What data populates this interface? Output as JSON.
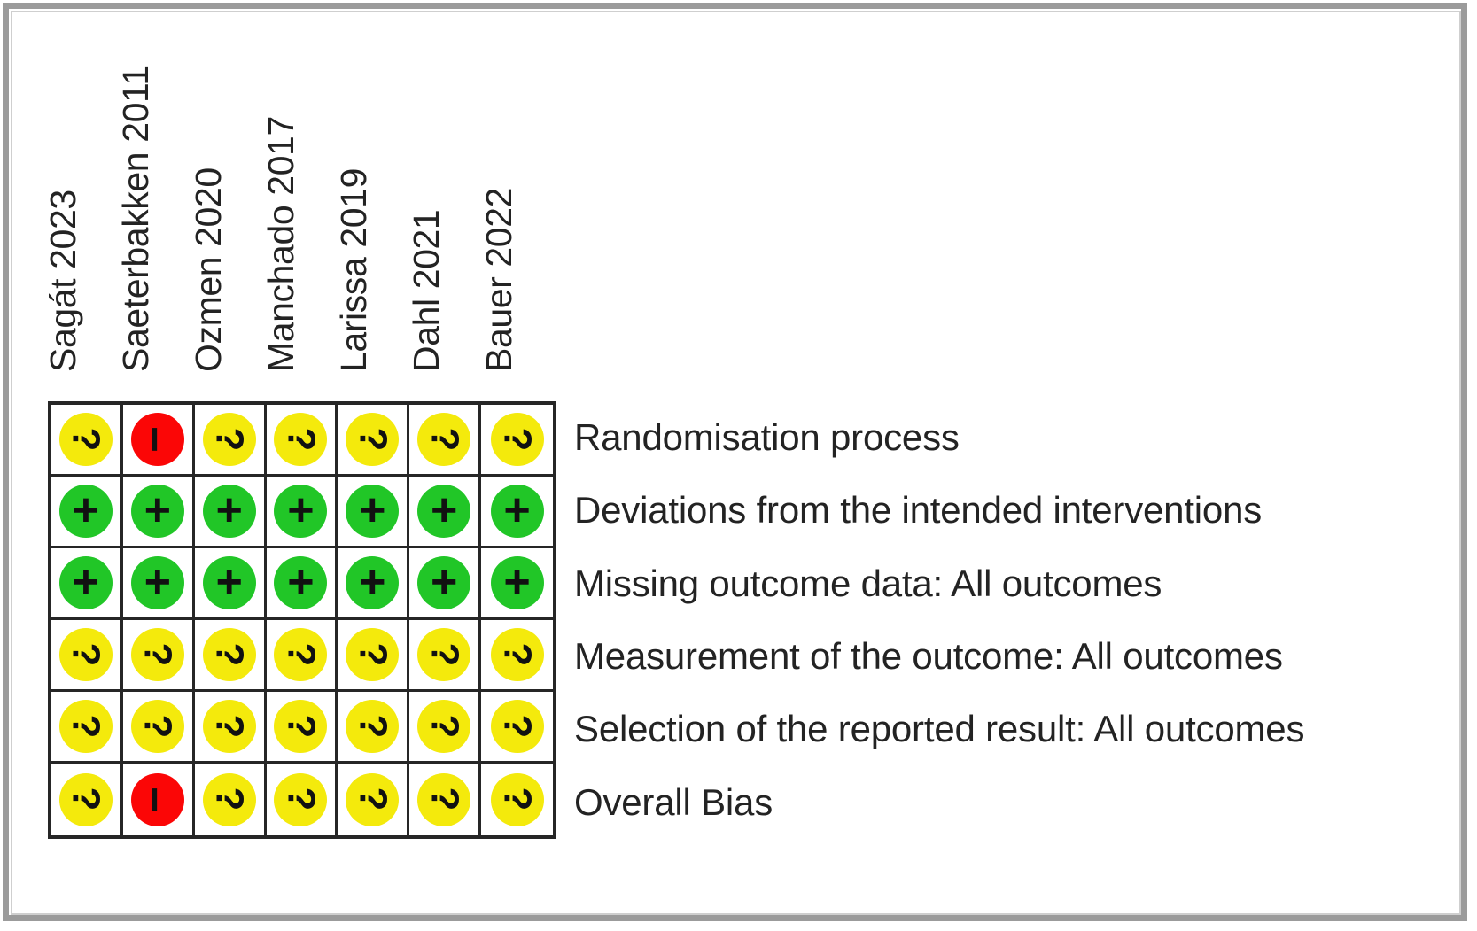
{
  "figure": {
    "kind": "risk-of-bias-traffic-light-table",
    "colors": {
      "low_risk": "#21c627",
      "some_concerns": "#f4ea0c",
      "high_risk": "#fb0606",
      "grid_line": "#262626",
      "frame": "#9b9b9b",
      "text": "#232323",
      "background": "#ffffff"
    },
    "glyphs": {
      "low_risk": "+",
      "some_concerns": "?",
      "high_risk": "–"
    }
  },
  "studies": [
    {
      "label": "Sagát 2023"
    },
    {
      "label": "Saeterbakken 2011"
    },
    {
      "label": "Ozmen 2020"
    },
    {
      "label": "Manchado 2017"
    },
    {
      "label": "Larissa 2019"
    },
    {
      "label": "Dahl 2021"
    },
    {
      "label": "Bauer 2022"
    }
  ],
  "domains": [
    {
      "label": "Randomisation process"
    },
    {
      "label": "Deviations from the intended interventions"
    },
    {
      "label": "Missing outcome data: All outcomes"
    },
    {
      "label": "Measurement of the outcome: All outcomes"
    },
    {
      "label": "Selection of the reported result: All outcomes"
    },
    {
      "label": "Overall Bias"
    }
  ],
  "chart_data": {
    "type": "heatmap",
    "title": "",
    "xlabel": "",
    "ylabel": "",
    "legend_position": "none",
    "grid": true,
    "categories": [
      "Sagát 2023",
      "Saeterbakken 2011",
      "Ozmen 2020",
      "Manchado 2017",
      "Larissa 2019",
      "Dahl 2021",
      "Bauer 2022"
    ],
    "rows": [
      "Randomisation process",
      "Deviations from the intended interventions",
      "Missing outcome data: All outcomes",
      "Measurement of the outcome: All outcomes",
      "Selection of the reported result: All outcomes",
      "Overall Bias"
    ],
    "value_scale": {
      "low": "Low risk of bias",
      "some": "Some concerns",
      "high": "High risk of bias"
    },
    "series": [
      {
        "name": "Randomisation process",
        "values": [
          "some",
          "high",
          "some",
          "some",
          "some",
          "some",
          "some"
        ]
      },
      {
        "name": "Deviations from the intended interventions",
        "values": [
          "low",
          "low",
          "low",
          "low",
          "low",
          "low",
          "low"
        ]
      },
      {
        "name": "Missing outcome data: All outcomes",
        "values": [
          "low",
          "low",
          "low",
          "low",
          "low",
          "low",
          "low"
        ]
      },
      {
        "name": "Measurement of the outcome: All outcomes",
        "values": [
          "some",
          "some",
          "some",
          "some",
          "some",
          "some",
          "some"
        ]
      },
      {
        "name": "Selection of the reported result: All outcomes",
        "values": [
          "some",
          "some",
          "some",
          "some",
          "some",
          "some",
          "some"
        ]
      },
      {
        "name": "Overall Bias",
        "values": [
          "some",
          "high",
          "some",
          "some",
          "some",
          "some",
          "some"
        ]
      }
    ]
  }
}
